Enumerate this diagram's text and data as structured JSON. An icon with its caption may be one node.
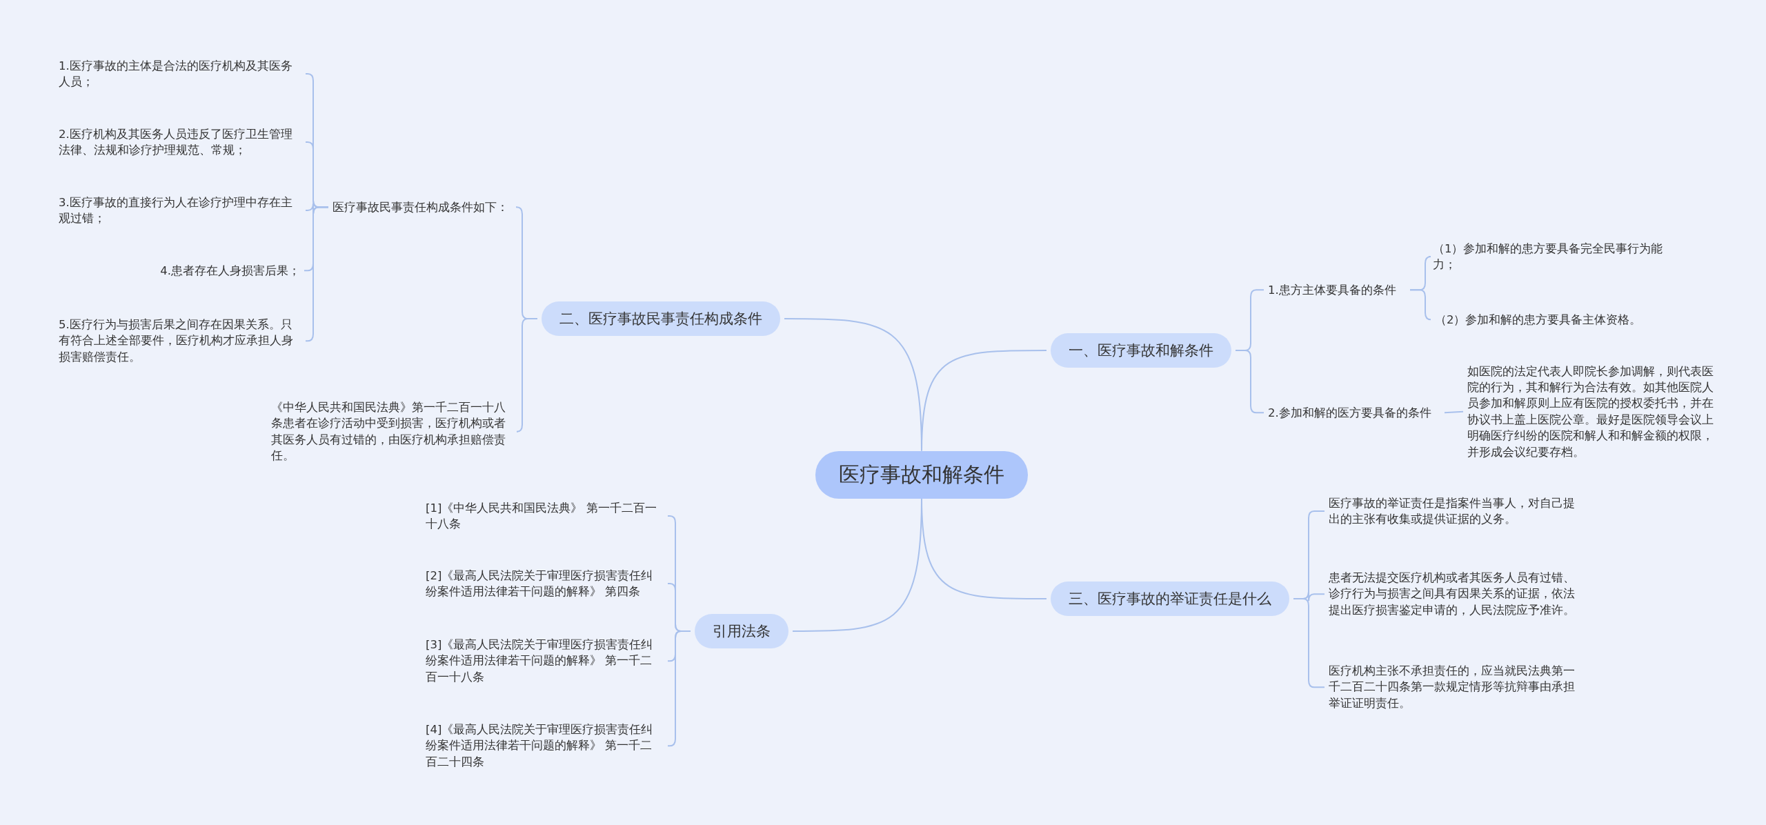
{
  "diagram": {
    "nodes": [
      {
        "text": [
          "医疗事故和解条件"
        ]
      },
      {
        "text": [
          "一、医疗事故和解条件"
        ]
      },
      {
        "text": [
          "1.患方主体要具备的条件"
        ]
      },
      {
        "text": [
          "（1）参加和解的患方要具备完全民事行为能力；"
        ]
      },
      {
        "text": [
          "（2）参加和解的患方要具备主体资格。"
        ]
      },
      {
        "text": [
          "2.参加和解的医方要具备的条件"
        ]
      },
      {
        "text": [
          "如医院的法定代表人即院长参加调解，则代表医院的行为，其和解行为合法有效。如其他医院人员参加和解原则上应有医院的授权委托书，并在协议书上盖上医院公章。最好是医院领导会议上明确医疗纠纷的医院和解人和和解金额的权限，并形成会议纪要存档。"
        ]
      },
      {
        "text": [
          "三、医疗事故的举证责任是什么"
        ]
      },
      {
        "text": [
          "医疗事故的举证责任是指案件当事人，对自己提出的主张有收集或提供证据的义务。"
        ]
      },
      {
        "text": [
          "患者无法提交医疗机构或者其医务人员有过错、诊疗行为与损害之间具有因果关系的证据，依法提出医疗损害鉴定申请的，人民法院应予准许。"
        ]
      },
      {
        "text": [
          "医疗机构主张不承担责任的，应当就民法典第一千二百二十四条第一款规定情形等抗辩事由承担举证证明责任。"
        ]
      },
      {
        "text": [
          "二、医疗事故民事责任构成条件"
        ]
      },
      {
        "text": [
          "医疗事故民事责任构成条件如下："
        ]
      },
      {
        "text": [
          "1.医疗事故的主体是合法的医疗机构及其医务人员；"
        ]
      },
      {
        "text": [
          "2.医疗机构及其医务人员违反了医疗卫生管理法律、法规和诊疗护理规范、常规；"
        ]
      },
      {
        "text": [
          "3.医疗事故的直接行为人在诊疗护理中存在主观过错；"
        ]
      },
      {
        "text": [
          "4.患者存在人身损害后果；"
        ]
      },
      {
        "text": [
          "5.医疗行为与损害后果之间存在因果关系。只有符合上述全部要件，医疗机构才应承担人身损害赔偿责任。"
        ]
      },
      {
        "text": [
          "《中华人民共和国民法典》第一千二百一十八条患者在诊疗活动中受到损害，医疗机构或者其医务人员有过错的，由医疗机构承担赔偿责任。"
        ]
      },
      {
        "text": [
          "引用法条"
        ]
      },
      {
        "text": [
          "[1]《中华人民共和国民法典》 第一千二百一十八条"
        ]
      },
      {
        "text": [
          "[2]《最高人民法院关于审理医疗损害责任纠纷案件适用法律若干问题的解释》 第四条"
        ]
      },
      {
        "text": [
          "[3]《最高人民法院关于审理医疗损害责任纠纷案件适用法律若干问题的解释》 第一千二百一十八条"
        ]
      },
      {
        "text": [
          "[4]《最高人民法院关于审理医疗损害责任纠纷案件适用法律若干问题的解释》 第一千二百二十四条"
        ]
      }
    ],
    "edges": [
      {
        "from": 0,
        "to": 1,
        "arrow": "none"
      },
      {
        "from": 1,
        "to": 2,
        "arrow": "none"
      },
      {
        "from": 2,
        "to": 3,
        "arrow": "none"
      },
      {
        "from": 2,
        "to": 4,
        "arrow": "none"
      },
      {
        "from": 1,
        "to": 5,
        "arrow": "none"
      },
      {
        "from": 5,
        "to": 6,
        "arrow": "none"
      },
      {
        "from": 0,
        "to": 7,
        "arrow": "none"
      },
      {
        "from": 7,
        "to": 8,
        "arrow": "none"
      },
      {
        "from": 7,
        "to": 9,
        "arrow": "none"
      },
      {
        "from": 7,
        "to": 10,
        "arrow": "none"
      },
      {
        "from": 0,
        "to": 11,
        "arrow": "none"
      },
      {
        "from": 11,
        "to": 12,
        "arrow": "none"
      },
      {
        "from": 12,
        "to": 13,
        "arrow": "none"
      },
      {
        "from": 12,
        "to": 14,
        "arrow": "none"
      },
      {
        "from": 12,
        "to": 15,
        "arrow": "none"
      },
      {
        "from": 12,
        "to": 16,
        "arrow": "none"
      },
      {
        "from": 12,
        "to": 17,
        "arrow": "none"
      },
      {
        "from": 11,
        "to": 18,
        "arrow": "none"
      },
      {
        "from": 0,
        "to": 19,
        "arrow": "none"
      },
      {
        "from": 19,
        "to": 20,
        "arrow": "none"
      },
      {
        "from": 19,
        "to": 21,
        "arrow": "none"
      },
      {
        "from": 19,
        "to": 22,
        "arrow": "none"
      },
      {
        "from": 19,
        "to": 23,
        "arrow": "none"
      }
    ]
  }
}
